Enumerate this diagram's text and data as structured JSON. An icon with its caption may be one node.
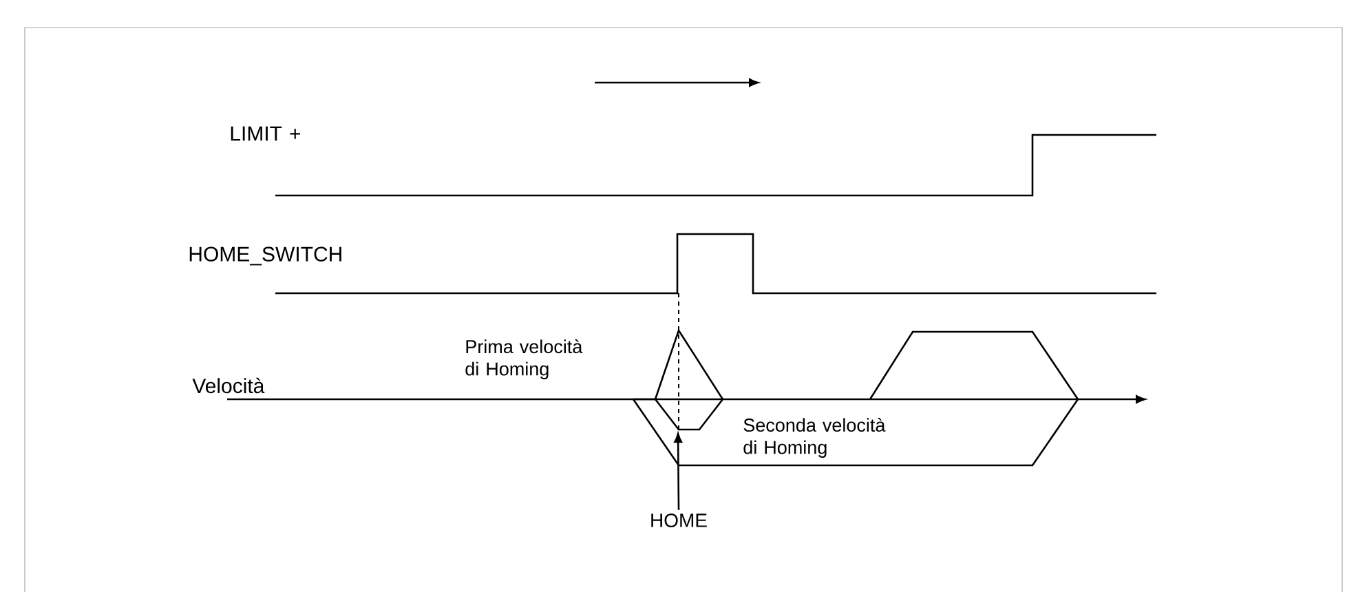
{
  "diagram": {
    "nodes": [
      {
        "text": [
          "HOME"
        ]
      },
      {
        "text": [],
        "shape": "picture"
      }
    ],
    "edges": [
      {
        "from": 0,
        "to": 1,
        "arrow": "to"
      }
    ],
    "labels": [
      "LIMIT +",
      "HOME_SWITCH",
      "Prima velocità di Homing",
      "Velocità",
      "Seconda velocità di Homing"
    ]
  }
}
